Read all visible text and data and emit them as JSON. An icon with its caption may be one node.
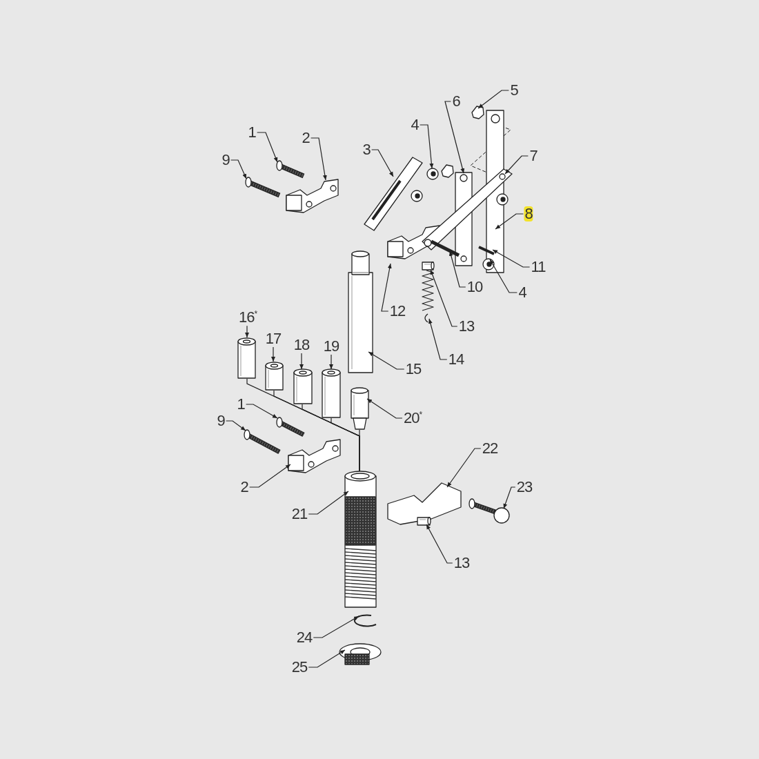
{
  "diagram": {
    "nodes": [
      {
        "text": [
          "1"
        ]
      },
      {
        "text": [
          "2"
        ]
      },
      {
        "text": [
          "9"
        ]
      },
      {
        "text": [
          "3"
        ]
      },
      {
        "text": [
          "4"
        ]
      },
      {
        "text": [
          "6"
        ]
      },
      {
        "text": [
          "5"
        ]
      },
      {
        "text": [
          "7"
        ]
      },
      {
        "text": [
          "8"
        ]
      },
      {
        "text": [
          "11"
        ]
      },
      {
        "text": [
          "4"
        ]
      },
      {
        "text": [
          "10"
        ]
      },
      {
        "text": [
          "12"
        ]
      },
      {
        "text": [
          "13"
        ]
      },
      {
        "text": [
          "14"
        ]
      },
      {
        "text": [
          "15"
        ]
      },
      {
        "text": [
          "16$^{*}$"
        ]
      },
      {
        "text": [
          "17"
        ]
      },
      {
        "text": [
          "18"
        ]
      },
      {
        "text": [
          "19"
        ]
      },
      {
        "text": [
          "20$^{*}$"
        ]
      },
      {
        "text": [
          "1"
        ]
      },
      {
        "text": [
          "9"
        ]
      },
      {
        "text": [
          "2"
        ]
      },
      {
        "text": [
          "21"
        ]
      },
      {
        "text": [
          "22"
        ]
      },
      {
        "text": [
          "23"
        ]
      },
      {
        "text": [
          "13"
        ]
      },
      {
        "text": [
          "24"
        ]
      },
      {
        "text": [
          "25"
        ]
      },
      {
        "text": [],
        "shape": "picture"
      },
      {
        "text": [],
        "shape": "picture"
      },
      {
        "text": [],
        "shape": "picture"
      },
      {
        "text": [],
        "shape": "picture"
      },
      {
        "text": [],
        "shape": "picture"
      },
      {
        "text": [],
        "shape": "picture"
      },
      {
        "text": [],
        "shape": "picture"
      },
      {
        "text": [],
        "shape": "picture"
      },
      {
        "text": [],
        "shape": "picture"
      },
      {
        "text": [],
        "shape": "picture"
      },
      {
        "text": [],
        "shape": "picture"
      },
      {
        "text": [],
        "shape": "picture"
      },
      {
        "text": [],
        "shape": "picture"
      },
      {
        "text": [],
        "shape": "picture"
      },
      {
        "text": [],
        "shape": "picture"
      },
      {
        "text": [],
        "shape": "picture"
      },
      {
        "text": [],
        "shape": "picture"
      },
      {
        "text": [],
        "shape": "picture"
      },
      {
        "text": [],
        "shape": "picture"
      },
      {
        "text": [],
        "shape": "picture"
      },
      {
        "text": [],
        "shape": "picture"
      },
      {
        "text": [],
        "shape": "picture"
      },
      {
        "text": [],
        "shape": "picture"
      },
      {
        "text": [],
        "shape": "picture"
      },
      {
        "text": [],
        "shape": "picture"
      },
      {
        "text": [],
        "shape": "picture"
      },
      {
        "text": [],
        "shape": "picture"
      },
      {
        "text": [],
        "shape": "picture"
      },
      {
        "text": [],
        "shape": "picture"
      },
      {
        "text": [],
        "shape": "picture"
      }
    ],
    "edges": [
      {
        "from": 0,
        "to": 30,
        "arrow": "to"
      },
      {
        "from": 1,
        "to": 31,
        "arrow": "to"
      },
      {
        "from": 2,
        "to": 32,
        "arrow": "to"
      },
      {
        "from": 3,
        "to": 33,
        "arrow": "to"
      },
      {
        "from": 4,
        "to": 34,
        "arrow": "to"
      },
      {
        "from": 5,
        "to": 35,
        "arrow": "to"
      },
      {
        "from": 6,
        "to": 36,
        "arrow": "to"
      },
      {
        "from": 7,
        "to": 37,
        "arrow": "to"
      },
      {
        "from": 8,
        "to": 38,
        "arrow": "to"
      },
      {
        "from": 9,
        "to": 39,
        "arrow": "to"
      },
      {
        "from": 10,
        "to": 40,
        "arrow": "to"
      },
      {
        "from": 11,
        "to": 41,
        "arrow": "to"
      },
      {
        "from": 12,
        "to": 42,
        "arrow": "to"
      },
      {
        "from": 13,
        "to": 43,
        "arrow": "to"
      },
      {
        "from": 14,
        "to": 44,
        "arrow": "to"
      },
      {
        "from": 15,
        "to": 45,
        "arrow": "to"
      },
      {
        "from": 16,
        "to": 46,
        "arrow": "to"
      },
      {
        "from": 17,
        "to": 47,
        "arrow": "to"
      },
      {
        "from": 18,
        "to": 48,
        "arrow": "to"
      },
      {
        "from": 19,
        "to": 49,
        "arrow": "to"
      },
      {
        "from": 20,
        "to": 50,
        "arrow": "to"
      },
      {
        "from": 21,
        "to": 51,
        "arrow": "to"
      },
      {
        "from": 22,
        "to": 52,
        "arrow": "to"
      },
      {
        "from": 23,
        "to": 53,
        "arrow": "to"
      },
      {
        "from": 24,
        "to": 54,
        "arrow": "to"
      },
      {
        "from": 25,
        "to": 55,
        "arrow": "to"
      },
      {
        "from": 26,
        "to": 56,
        "arrow": "to"
      },
      {
        "from": 27,
        "to": 57,
        "arrow": "to"
      },
      {
        "from": 28,
        "to": 58,
        "arrow": "to"
      },
      {
        "from": 29,
        "to": 59,
        "arrow": "to"
      },
      {
        "from": 46,
        "to": 54,
        "arrow": "none"
      },
      {
        "from": 47,
        "to": 54,
        "arrow": "none"
      },
      {
        "from": 48,
        "to": 54,
        "arrow": "none"
      },
      {
        "from": 49,
        "to": 54,
        "arrow": "none"
      },
      {
        "from": 50,
        "to": 54,
        "arrow": "none"
      }
    ]
  }
}
